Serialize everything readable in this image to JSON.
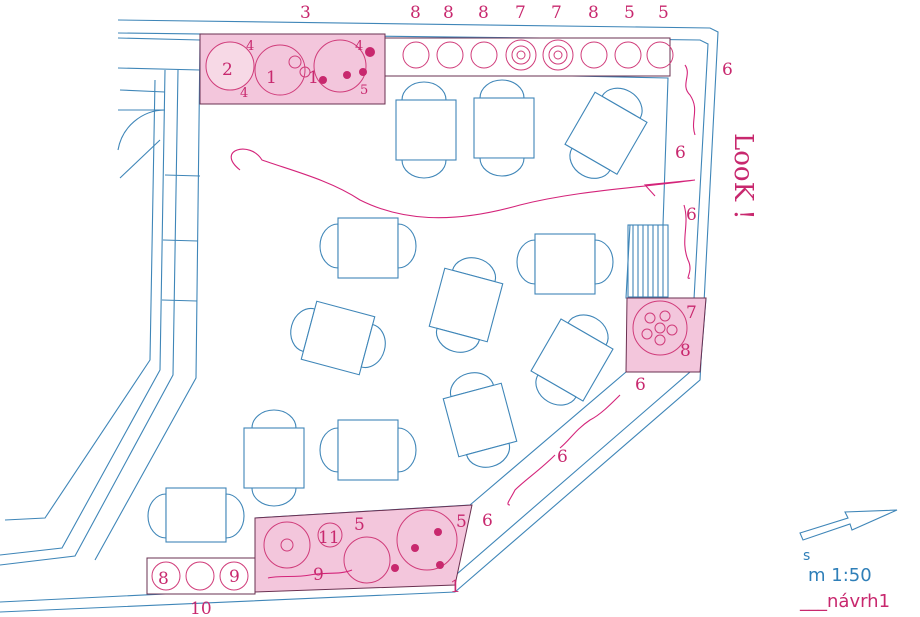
{
  "annotations": {
    "look": "LooK !",
    "scale_s": "s",
    "scale_value": "m 1:50",
    "design_label": "___návrh1"
  },
  "colors": {
    "wall": "#3f86b8",
    "bed_fill": "#f3c6dc",
    "plant": "#d03c7a",
    "label": "#c8286e"
  },
  "labels": {
    "top_3": "3",
    "top_8a": "8",
    "top_8b": "8",
    "top_8c": "8",
    "top_7a": "7",
    "top_7b": "7",
    "top_8d": "8",
    "top_5a": "5",
    "top_5b": "5",
    "right_6a": "6",
    "right_6b": "6",
    "right_6c": "6",
    "bed_tl_2": "2",
    "bed_tl_4a": "4",
    "bed_tl_4b": "4",
    "bed_tl_4c": "4",
    "bed_tl_1a": "1",
    "bed_tl_1b": "1",
    "bed_tl_5": "5",
    "bed_r_7": "7",
    "bed_r_8": "8",
    "diag_6a": "6",
    "diag_6b": "6",
    "diag_6c": "6",
    "bed_b_11": "11",
    "bed_b_5a": "5",
    "bed_b_5b": "5",
    "bed_b_9": "9",
    "bed_bl_8": "8",
    "bed_bl_9": "9",
    "bottom_10": "10",
    "bottom_1": "1"
  }
}
